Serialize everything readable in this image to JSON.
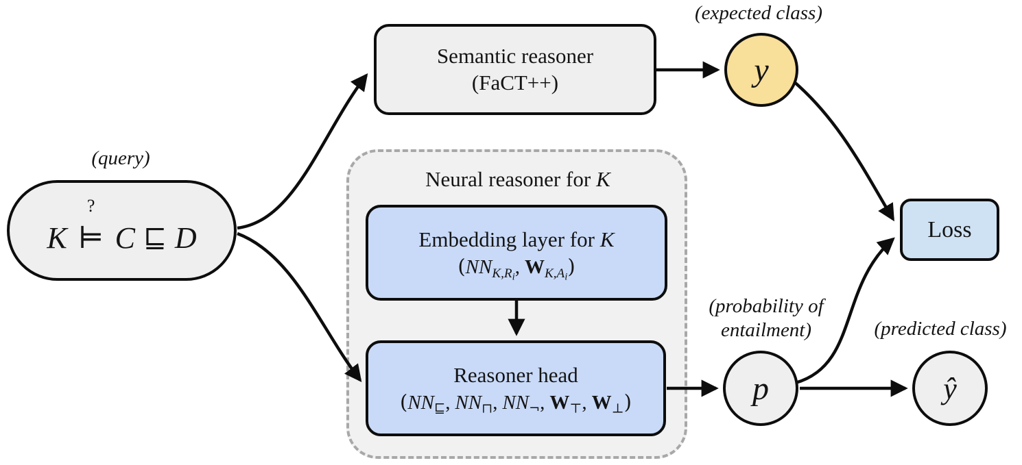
{
  "labels": {
    "query": "(query)",
    "expected_class": "(expected class)",
    "probability_line1": "(probability of",
    "probability_line2": "entailment)",
    "predicted_class": "(predicted class)"
  },
  "query": {
    "k": "K",
    "question": "?",
    "entails": "⊨",
    "c": "C",
    "subsumes": "⊑",
    "d": "D"
  },
  "semantic": {
    "line1": "Semantic reasoner",
    "line2": "(FaCT++)"
  },
  "neural": {
    "title_text": "Neural reasoner for",
    "title_k": "K",
    "embedding": {
      "title_text": "Embedding layer for",
      "title_k": "K",
      "formula": {
        "open": "(",
        "nn": "NN",
        "nn_sub_k": "K,R",
        "nn_sub_i": "i",
        "sep": ",",
        "w": "W",
        "w_sub_k": "K,A",
        "w_sub_i": "i",
        "close": ")"
      }
    },
    "reasoner_head": {
      "title": "Reasoner head",
      "formula": {
        "open": "(",
        "nn1": "NN",
        "s1": "⊑",
        "c1": ",",
        "nn2": "NN",
        "s2": "⊓",
        "c2": ",",
        "nn3": "NN",
        "s3": "¬",
        "c3": ",",
        "w1": "W",
        "s4": "⊤",
        "c4": ",",
        "w2": "W",
        "s5": "⊥",
        "close": ")"
      }
    }
  },
  "nodes": {
    "y": "y",
    "p": "p",
    "y_hat": "ŷ"
  },
  "loss": "Loss",
  "colors": {
    "node-fill": "#efefef",
    "container-fill": "#f1f1f1",
    "container-border": "#a8a8a8",
    "accent-yellow": "#f8df9a",
    "accent-blue": "#c9daf8",
    "loss-blue": "#cfe2f3",
    "stroke": "#0d0d0d"
  }
}
